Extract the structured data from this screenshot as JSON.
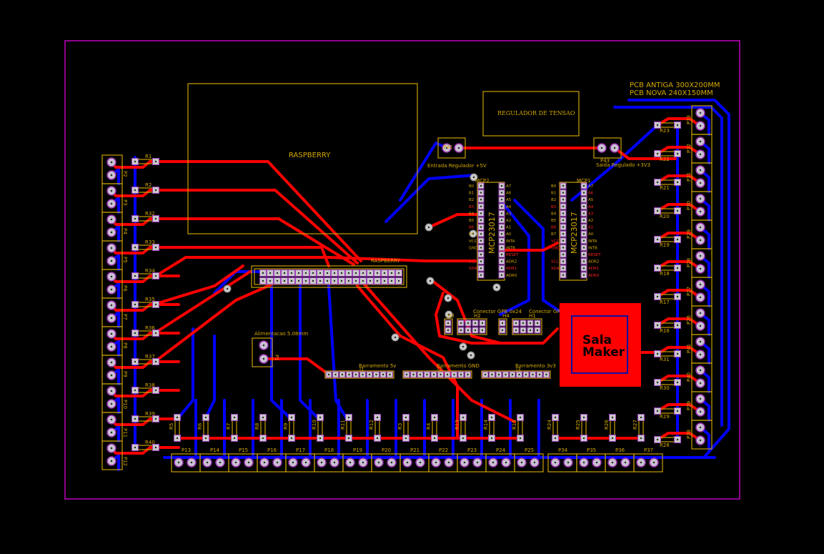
{
  "board": {
    "notes": [
      "PCB ANTIGA  300X200MM",
      "PCB NOVA    240X150MM"
    ],
    "colors": {
      "top_copper": "#ff0000",
      "bottom_copper": "#0000ff",
      "silkscreen": "#d4a900",
      "outline": "#c000c0",
      "background": "#000000"
    }
  },
  "blocks": {
    "raspberry_area": "RASPBERRY",
    "regulator_area": "REGULADOR DE TENSAO",
    "raspberry_header": "RASPBERRY",
    "logo": [
      "Sala",
      "Maker"
    ]
  },
  "connectors": {
    "p42": {
      "ref": "P42",
      "label": "Entrada Regulador +5V"
    },
    "p43": {
      "ref": "P43",
      "label": "Saida Regulado +3V3"
    },
    "p1": {
      "ref": "P1",
      "label": "Alimentacao 5.08mm"
    },
    "h2": {
      "ref": "H2",
      "label": "Conector GPB 0x24"
    },
    "h1": {
      "ref": "H1",
      "label": "Conector GPA 0x24"
    },
    "h3": {
      "ref": "H3"
    },
    "h4": {
      "ref": "H4"
    },
    "j1": {
      "ref": "J1",
      "label": "Barramento 5v"
    },
    "j2": {
      "ref": "J2",
      "label": "Barramento GND"
    },
    "j3": {
      "ref": "J3",
      "label": "Barramento 3v3"
    }
  },
  "ics": [
    {
      "ref": "MCP2",
      "part": "MCP23017",
      "left_pins": [
        "B0",
        "B1",
        "B2",
        "B3",
        "B4",
        "B5",
        "B6",
        "B7",
        "VCC",
        "GND",
        "",
        "SCL",
        "SDA",
        ""
      ],
      "right_pins": [
        "A7",
        "A6",
        "A5",
        "A4",
        "A3",
        "A2",
        "A1",
        "A0",
        "INTA",
        "INTB",
        "RESET",
        "ADR2",
        "ADR1",
        "ADR0"
      ]
    },
    {
      "ref": "MCP1",
      "part": "MCP23017",
      "left_pins": [
        "B0",
        "B1",
        "B2",
        "B3",
        "B4",
        "B5",
        "B6",
        "B7",
        "VCC",
        "GND",
        "",
        "SCL",
        "SDA",
        ""
      ],
      "right_pins": [
        "A7",
        "A6",
        "A5",
        "A4",
        "A3",
        "A2",
        "A1",
        "A0",
        "INTA",
        "INTB",
        "RESET",
        "ADR2",
        "ADR1",
        "ADR0"
      ]
    }
  ],
  "left_terminals": [
    "P2",
    "P3",
    "P4",
    "P5",
    "P6",
    "P7",
    "P8",
    "P9",
    "P10",
    "P11",
    "P12"
  ],
  "left_resistors": [
    "R1",
    "R2",
    "R32",
    "R33",
    "R34",
    "R35",
    "R36",
    "R37",
    "R38",
    "R39",
    "R40"
  ],
  "right_terminals": [
    "P33",
    "P32",
    "P31",
    "P30",
    "P29",
    "P28",
    "P27",
    "P26",
    "P41",
    "P40",
    "P39",
    "P38"
  ],
  "right_resistors": [
    "R23",
    "R22",
    "R21",
    "R20",
    "R19",
    "R18",
    "R17",
    "R16",
    "R31",
    "R30",
    "R29",
    "R28"
  ],
  "bottom_terminals": [
    "P13",
    "P14",
    "P15",
    "P16",
    "P17",
    "P18",
    "P19",
    "P20",
    "P21",
    "P22",
    "P23",
    "P24",
    "P25"
  ],
  "bottom_resistors": [
    "R5",
    "R6",
    "R7",
    "R8",
    "R9",
    "R10",
    "R11",
    "R12",
    "R3",
    "R4",
    "R13",
    "R14",
    "R15"
  ],
  "bottom_right_terminals": [
    "P34",
    "P35",
    "P36",
    "P37"
  ],
  "bottom_right_resistors": [
    "R24",
    "R25",
    "R26",
    "R27"
  ]
}
